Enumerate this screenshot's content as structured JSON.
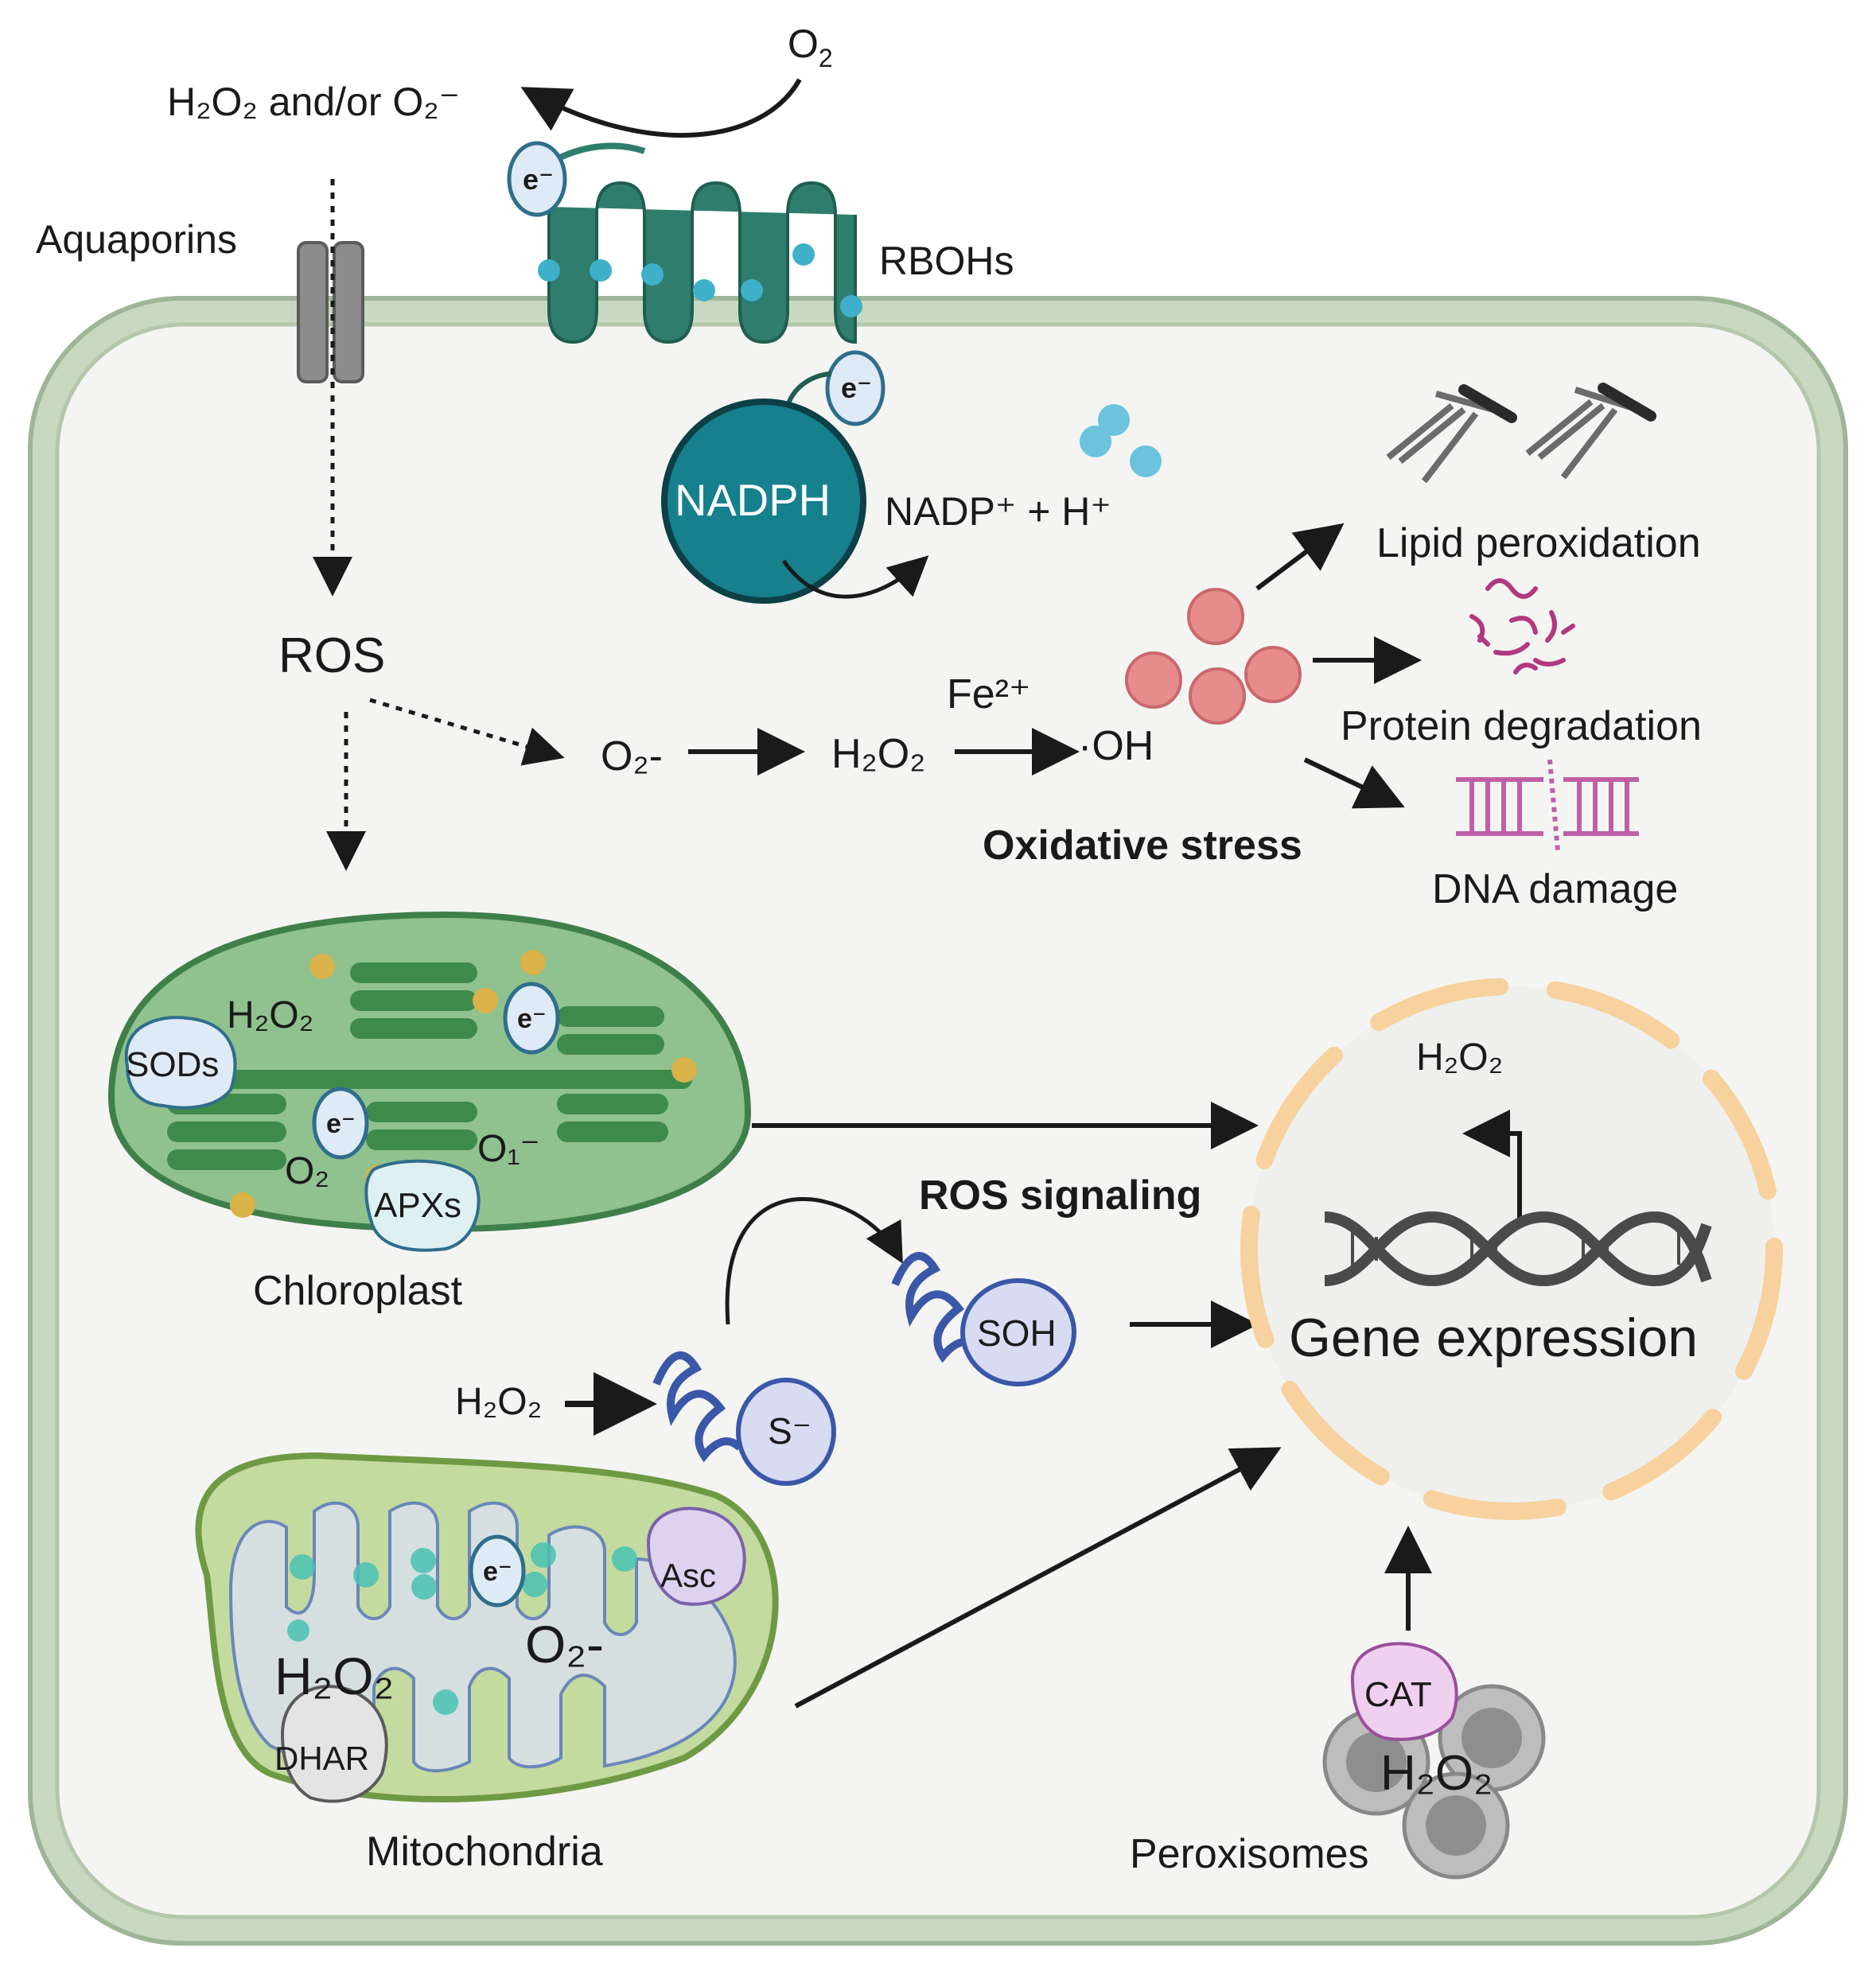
{
  "labels": {
    "o2_top": "O",
    "o2_top_sub": "2",
    "h2o2_and_or_o2": "H₂O₂ and/or O₂⁻",
    "aquaporins": "Aquaporins",
    "rbohs": "RBOHs",
    "nadph": "NADPH",
    "nadp": "NADP⁺ + H⁺",
    "lipid_peroxidation": "Lipid peroxidation",
    "protein_degradation": "Protein degradation",
    "dna_damage": "DNA damage",
    "oxidative_stress": "Oxidative stress",
    "ros": "ROS",
    "fe2": "Fe²⁺",
    "o2_minus": "O₂-",
    "h2o2_mid": "H₂O₂",
    "oh": "·OH",
    "chloroplast": "Chloroplast",
    "chl_h2o2": "H₂O₂",
    "chl_o2": "O₂",
    "chl_o1": "O₁⁻",
    "sods": "SODs",
    "apxs": "APXs",
    "electron": "e⁻",
    "ros_signaling": "ROS signaling",
    "soh": "SOH",
    "s_minus": "S⁻",
    "h2o2_signal": "H₂O₂",
    "nucleus_h2o2": "H₂O₂",
    "gene_expression": "Gene expression",
    "mitochondria": "Mitochondria",
    "mito_h2o2": "H₂O₂",
    "mito_o2": "O₂-",
    "asc": "Asc",
    "dhar": "DHAR",
    "peroxisomes": "Peroxisomes",
    "cat": "CAT",
    "perox_h2o2": "H₂O₂"
  },
  "colors": {
    "cell_wall": "#c9d8c0",
    "cytoplasm": "#f4f5f3",
    "rboh": "#2f7d6d",
    "nadph": "#16808d",
    "chloroplast": "#8fc28e",
    "thylakoid": "#3e8a4b",
    "mitochondria": "#c4dba0",
    "ros_sphere": "#e78b8d",
    "nucleus_ring": "#f7d29e",
    "protein": "#3b57a8"
  }
}
